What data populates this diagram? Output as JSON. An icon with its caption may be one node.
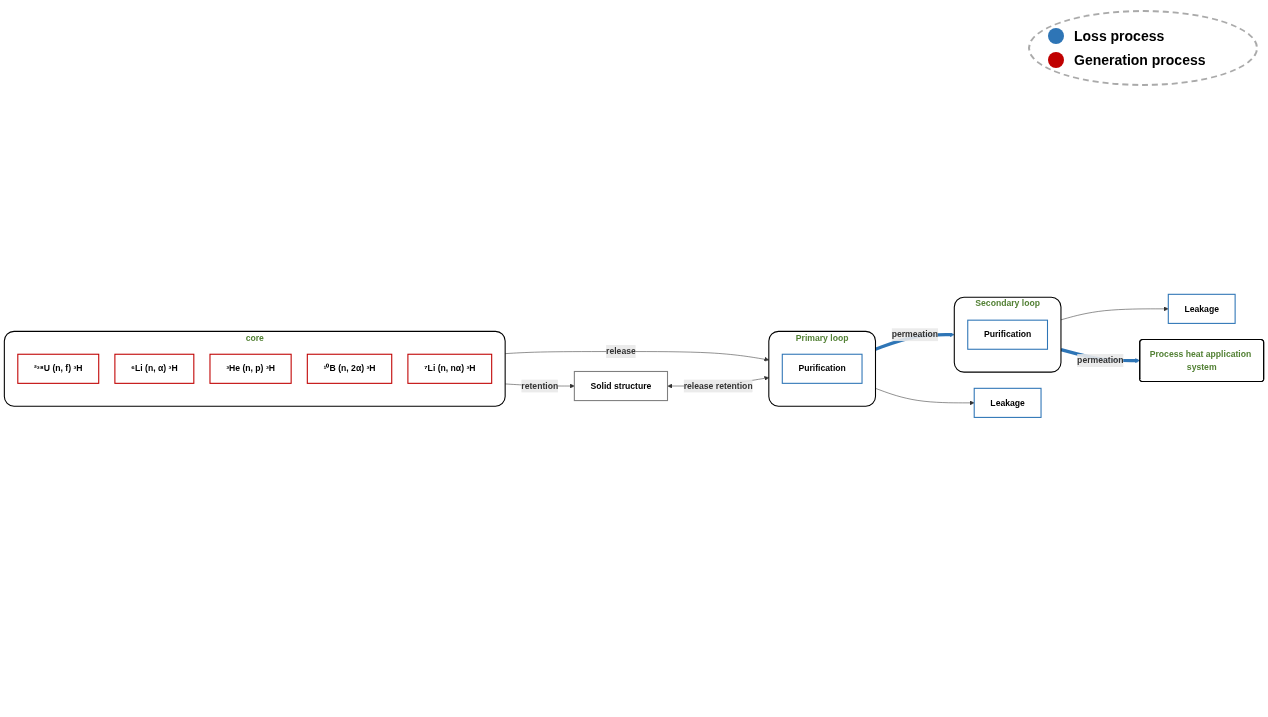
{
  "diagram": {
    "nodes": [
      {
        "text": [
          "core"
        ]
      },
      {
        "text": [
          "²³⁸U (n, f) ³H"
        ],
        "in": 0
      },
      {
        "text": [
          "⁶Li (n, α) ³H"
        ],
        "in": 0
      },
      {
        "text": [
          "³He (n, p) ³H"
        ],
        "in": 0
      },
      {
        "text": [
          "¹⁰B (n, 2α) ³H"
        ],
        "in": 0
      },
      {
        "text": [
          "⁷Li (n, nα) ³H"
        ],
        "in": 0
      },
      {
        "text": [
          "Solid structure"
        ]
      },
      {
        "text": [
          "Primary loop"
        ]
      },
      {
        "text": [
          "Purification"
        ],
        "in": 7
      },
      {
        "text": [
          "Leakage"
        ]
      },
      {
        "text": [
          "Secondary loop"
        ]
      },
      {
        "text": [
          "Purification"
        ],
        "in": 10
      },
      {
        "text": [
          "Leakage"
        ]
      },
      {
        "text": [
          "Process heat application system"
        ]
      }
    ],
    "edges": [
      {
        "from": 0,
        "to": 6,
        "arrow": "to",
        "label": "retention"
      },
      {
        "from": 0,
        "to": 7,
        "arrow": "to",
        "label": "release"
      },
      {
        "from": 6,
        "to": 7,
        "arrow": "both",
        "label": "release retention"
      },
      {
        "from": 7,
        "to": 10,
        "arrow": "to",
        "label": "permeation",
        "style": "thick",
        "color": "#2e75b6"
      },
      {
        "from": 7,
        "to": 9,
        "arrow": "to"
      },
      {
        "from": 10,
        "to": 12,
        "arrow": "to"
      },
      {
        "from": 10,
        "to": 13,
        "arrow": "to",
        "label": "permeation",
        "style": "thick",
        "color": "#2e75b6"
      }
    ],
    "legend": [
      {
        "text": "Loss process",
        "color": "#2e75b6"
      },
      {
        "text": "Generation process",
        "color": "#c00000"
      }
    ]
  }
}
